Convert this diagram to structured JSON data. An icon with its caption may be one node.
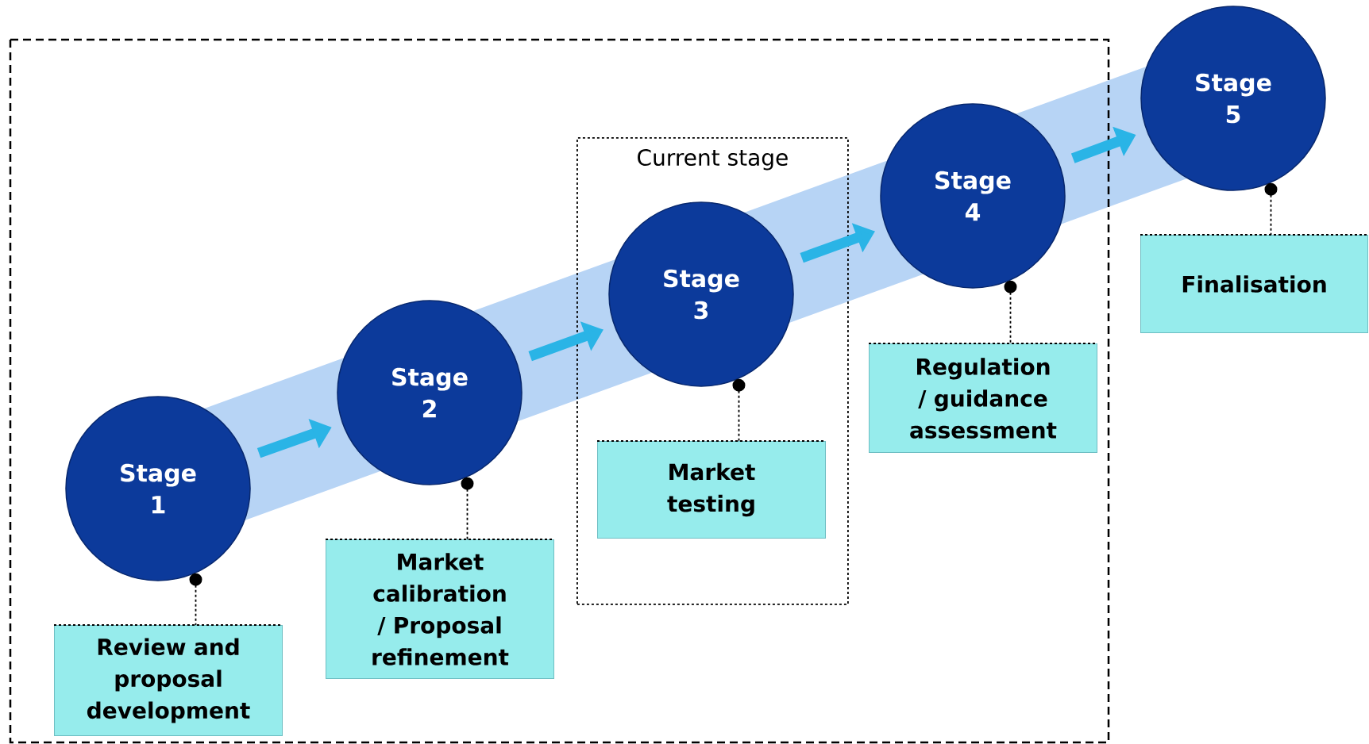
{
  "diagram": {
    "nodes": [
      {
        "text": [
          "Stage 1"
        ]
      },
      {
        "text": [
          "Review and proposal development"
        ]
      },
      {
        "text": [
          "Stage 2"
        ]
      },
      {
        "text": [
          "Market calibration / Proposal refinement"
        ]
      },
      {
        "text": [
          "Current stage"
        ]
      },
      {
        "text": [
          "Stage 3"
        ],
        "in": 4
      },
      {
        "text": [
          "Market testing"
        ],
        "in": 4
      },
      {
        "text": [
          "Stage 4"
        ]
      },
      {
        "text": [
          "Regulation / guidance assessment"
        ]
      },
      {
        "text": [
          "Stage 5"
        ]
      },
      {
        "text": [
          "Finalisation"
        ]
      }
    ],
    "edges": [
      {
        "from": 0,
        "to": 2,
        "arrow": "to",
        "style": "thick",
        "color": "#2ab4e6"
      },
      {
        "from": 2,
        "to": 5,
        "arrow": "to",
        "style": "thick",
        "color": "#2ab4e6"
      },
      {
        "from": 5,
        "to": 7,
        "arrow": "to",
        "style": "thick",
        "color": "#2ab4e6"
      },
      {
        "from": 7,
        "to": 9,
        "arrow": "to",
        "style": "thick",
        "color": "#2ab4e6"
      },
      {
        "from": 0,
        "to": 1,
        "arrow": "other",
        "style": "dashed"
      },
      {
        "from": 2,
        "to": 3,
        "arrow": "other",
        "style": "dashed"
      },
      {
        "from": 5,
        "to": 6,
        "arrow": "other",
        "style": "dashed"
      },
      {
        "from": 7,
        "to": 8,
        "arrow": "other",
        "style": "dashed"
      },
      {
        "from": 9,
        "to": 10,
        "arrow": "other",
        "style": "dashed"
      }
    ]
  }
}
